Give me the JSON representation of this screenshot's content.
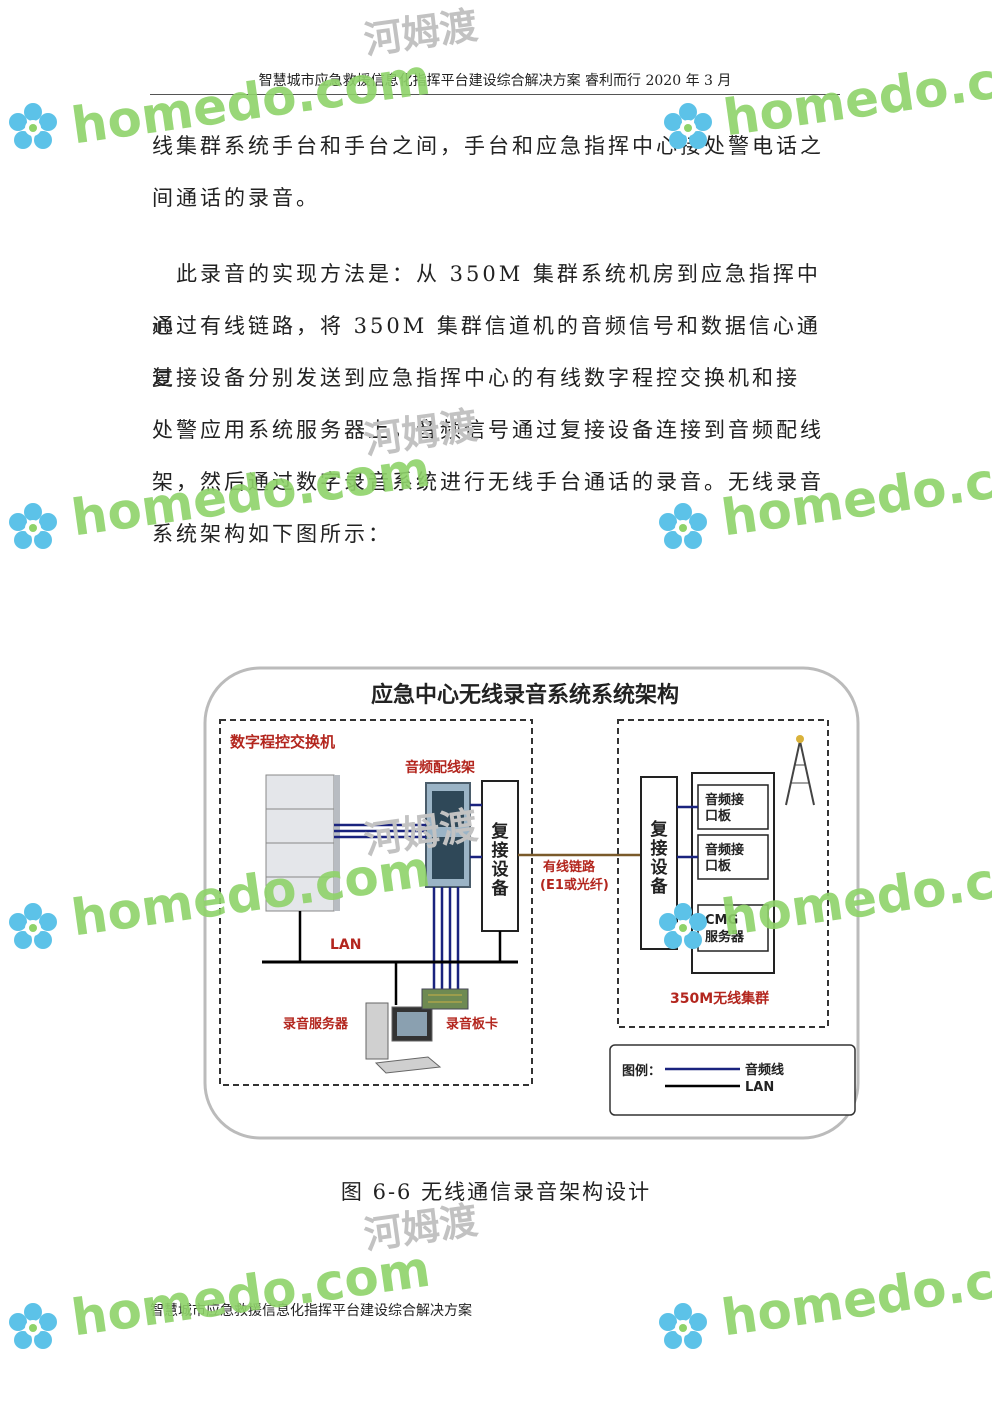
{
  "header": {
    "text": "智慧城市应急救援信息化指挥平台建设综合解决方案 睿利而行 2020 年 3 月"
  },
  "paragraphs": [
    "线集群系统手台和手台之间，手台和应急指挥中心接处警电话之",
    "间通话的录音。",
    "　此录音的实现方法是：从 350M 集群系统机房到应急指挥中心",
    "通过有线链路，将 350M 集群信道机的音频信号和数据信心通过",
    "复接设备分别发送到应急指挥中心的有线数字程控交换机和接",
    "处警应用系统服务器上，音频信号通过复接设备连接到音频配线",
    "架，然后通过数字录音系统进行无线手台通话的录音。无线录音",
    "系统架构如下图所示："
  ],
  "diagram": {
    "title": "应急中心无线录音系统系统架构",
    "pbx_label": "数字程控交换机",
    "audio_frame_label": "音频配线架",
    "mux_left": "复接设备",
    "link_label_1": "有线链路",
    "link_label_2": "(E1或光纤)",
    "mux_right": "复接设备",
    "audio_board_1": [
      "音频接",
      "口板"
    ],
    "audio_board_2": [
      "音频接",
      "口板"
    ],
    "cmg_server": [
      "CMG",
      "服务器"
    ],
    "cluster_label": "350M无线集群",
    "lan_label": "LAN",
    "recording_server": "录音服务器",
    "recording_card": "录音板卡",
    "legend_title": "图例：",
    "legend_audio": "音频线",
    "legend_lan": "LAN",
    "colors": {
      "audio_line": "#1a237e",
      "lan_line": "#000000",
      "link_line": "#7a5a2a",
      "label_red": "#b3261e"
    }
  },
  "caption": "图 6-6 无线通信录音架构设计",
  "footer": {
    "text": "智慧城市应急救援信息化指挥平台建设综合解决方案"
  },
  "watermark": {
    "en": "homedo.com",
    "cn": "河姆渡",
    "icon": "flower-logo-icon"
  }
}
